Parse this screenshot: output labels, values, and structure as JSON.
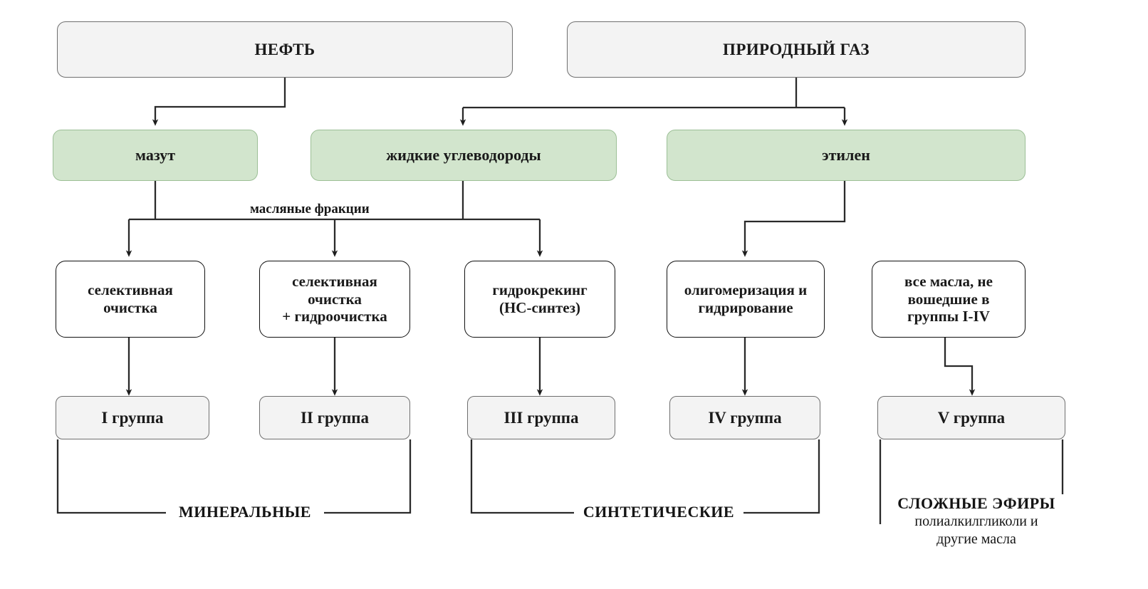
{
  "diagram": {
    "title_text_present": false,
    "colors": {
      "source_fill": "#f3f3f3",
      "source_border": "#6f6f6f",
      "feed_fill": "#d2e5cd",
      "feed_border": "#9cbf96",
      "process_fill": "#ffffff",
      "process_border": "#111111",
      "group_fill": "#f3f3f3",
      "group_border": "#6f6f6f",
      "line": "#222222",
      "text": "#1a1a1a",
      "background": "#ffffff"
    },
    "row_sources": [
      {
        "id": "oil",
        "label": "НЕФТЬ"
      },
      {
        "id": "gas",
        "label": "ПРИРОДНЫЙ ГАЗ"
      }
    ],
    "row_feeds": [
      {
        "id": "mazut",
        "label": "мазут"
      },
      {
        "id": "liquid-hc",
        "label": "жидкие углеводороды"
      },
      {
        "id": "ethylene",
        "label": "этилен"
      }
    ],
    "edge_labels": [
      {
        "id": "oil-fractions",
        "label": "масляные фракции"
      }
    ],
    "row_processes": [
      {
        "id": "selective-refining",
        "label": "селективная\nочистка"
      },
      {
        "id": "selective-plus-hydro",
        "label": "селективная\nочистка\n+ гидроочистка"
      },
      {
        "id": "hydrocracking",
        "label": "гидрокрекинг\n(НС-синтез)"
      },
      {
        "id": "oligomerization",
        "label": "олигомеризация и\nгидрирование"
      },
      {
        "id": "all-other-oils",
        "label": "все масла, не\nвошедшие в\nгруппы I-IV"
      }
    ],
    "row_groups": [
      {
        "id": "group-1",
        "label": "I группа"
      },
      {
        "id": "group-2",
        "label": "II группа"
      },
      {
        "id": "group-3",
        "label": "III группа"
      },
      {
        "id": "group-4",
        "label": "IV группа"
      },
      {
        "id": "group-5",
        "label": "V группа"
      }
    ],
    "categories": [
      {
        "id": "mineral",
        "label": "МИНЕРАЛЬНЫЕ",
        "sub": ""
      },
      {
        "id": "synthetic",
        "label": "СИНТЕТИЧЕСКИЕ",
        "sub": ""
      },
      {
        "id": "esters",
        "label": "СЛОЖНЫЕ ЭФИРЫ",
        "sub": "полиалкилгликоли и\nдругие масла"
      }
    ]
  }
}
